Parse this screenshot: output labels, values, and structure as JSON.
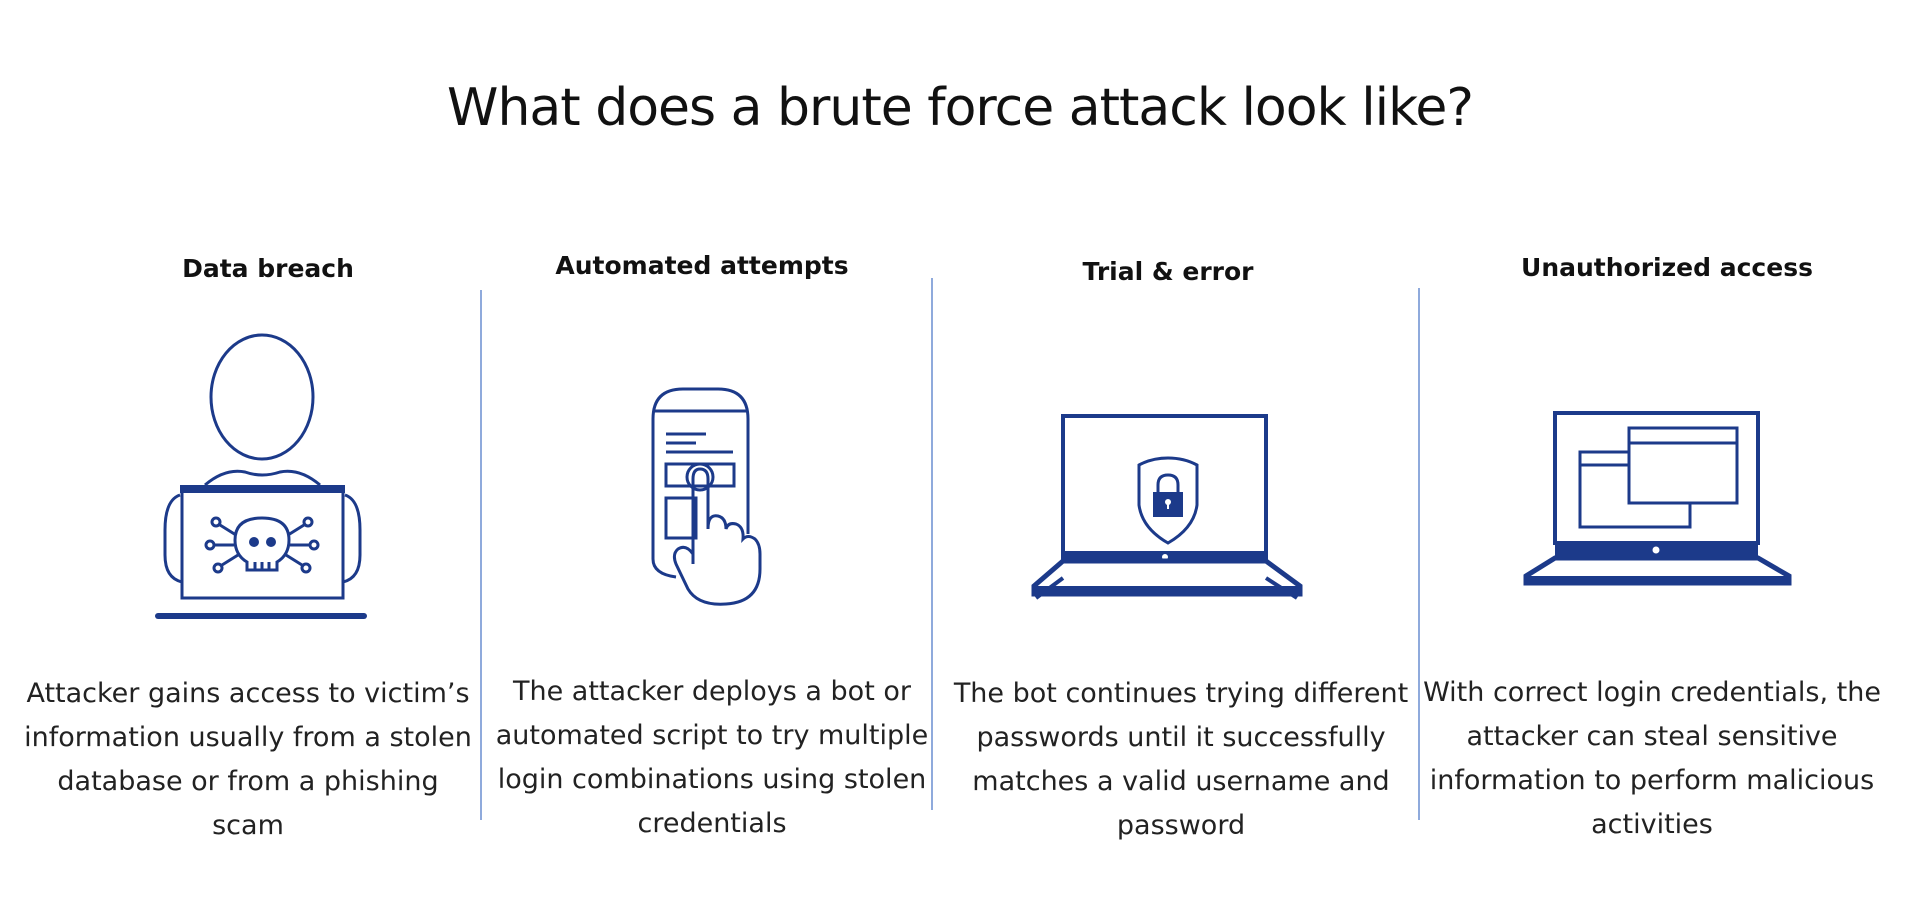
{
  "title": "What does a brute force attack look like?",
  "colors": {
    "icon": "#1C3A8A",
    "divider": "#8FAADC",
    "text": "#222222"
  },
  "steps": [
    {
      "heading": "Data breach",
      "icon": "hacker-laptop-skull-icon",
      "description": "Attacker gains access to victim’s information usually from a stolen database or from a phishing scam"
    },
    {
      "heading": "Automated attempts",
      "icon": "phone-tap-icon",
      "description": "The attacker deploys a bot or automated script to try multiple login combinations using stolen credentials"
    },
    {
      "heading": "Trial & error",
      "icon": "laptop-shield-lock-icon",
      "description": "The bot continues trying different passwords until it successfully matches a valid username and password"
    },
    {
      "heading": "Unauthorized access",
      "icon": "laptop-windows-icon",
      "description": "With correct login credentials, the attacker can steal sensitive information to perform malicious activities"
    }
  ]
}
